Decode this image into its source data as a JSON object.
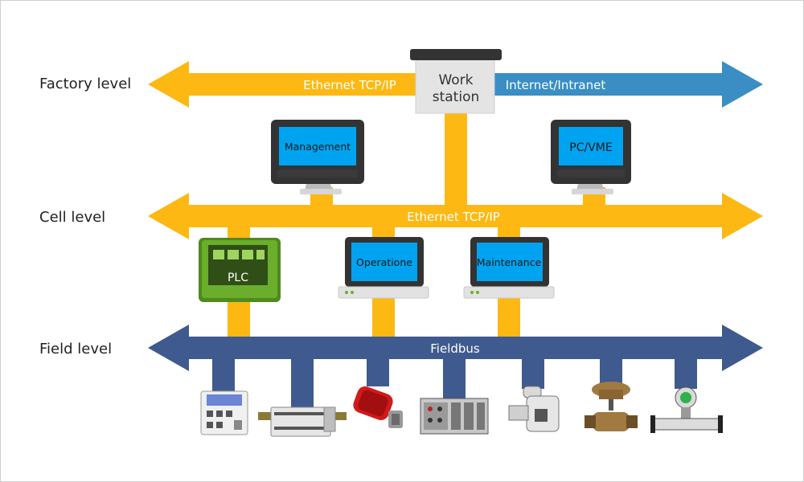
{
  "levels": {
    "factory": "Factory level",
    "cell": "Cell level",
    "field": "Field level"
  },
  "buses": {
    "factory_left": "Ethernet TCP/IP",
    "factory_right": "Internet/Intranet",
    "cell": "Ethernet TCP/IP",
    "field": "Fieldbus"
  },
  "nodes": {
    "workstation_line1": "Work",
    "workstation_line2": "station",
    "management": "Management",
    "pcvme": "PC/VME",
    "plc": "PLC",
    "operation": "Operatione",
    "maintenance": "Maintenance"
  },
  "colors": {
    "ethernet": "#FDB813",
    "internet": "#3A8EC4",
    "fieldbus": "#3F5A8E",
    "screen": "#00A3F0",
    "plc": "#6BAE2B"
  },
  "field_devices": [
    "io-module-icon",
    "din-rail-module-icon",
    "filter-cartridge-icon",
    "rack-controller-icon",
    "pump-icon",
    "control-valve-icon",
    "flow-meter-icon"
  ]
}
